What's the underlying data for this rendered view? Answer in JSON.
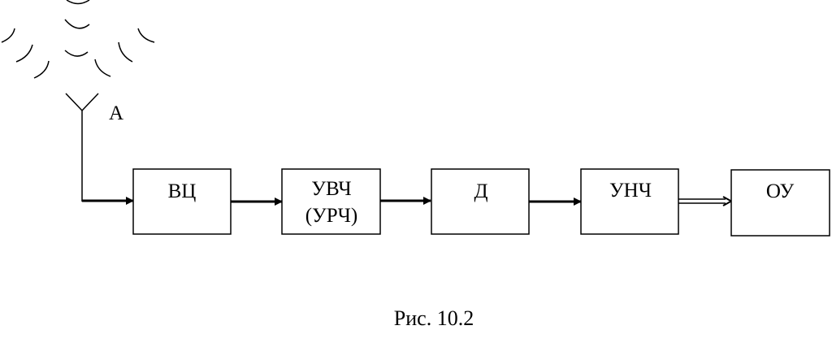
{
  "antenna": {
    "label": "А"
  },
  "blocks": [
    {
      "id": "vc",
      "lines": [
        "ВЦ"
      ]
    },
    {
      "id": "uvch",
      "lines": [
        "УВЧ",
        "(УРЧ)"
      ]
    },
    {
      "id": "d",
      "lines": [
        "Д"
      ]
    },
    {
      "id": "unch",
      "lines": [
        "УНЧ"
      ]
    },
    {
      "id": "ou",
      "lines": [
        "ОУ"
      ]
    }
  ],
  "caption": "Рис. 10.2",
  "colors": {
    "stroke": "#000000",
    "background": "#ffffff"
  }
}
